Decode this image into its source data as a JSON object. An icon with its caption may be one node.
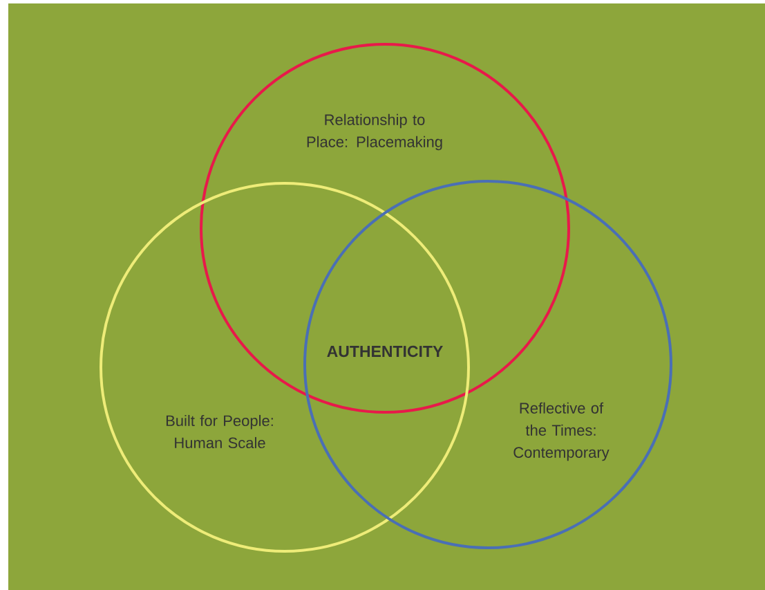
{
  "diagram": {
    "nodes": [
      {
        "text": [
          "Relationship to Place: Placemaking"
        ]
      },
      {
        "text": [
          "Built for People: Human Scale"
        ]
      },
      {
        "text": [
          "Reflective of the Times: Contemporary"
        ]
      }
    ],
    "labels": [
      "AUTHENTICITY"
    ]
  }
}
